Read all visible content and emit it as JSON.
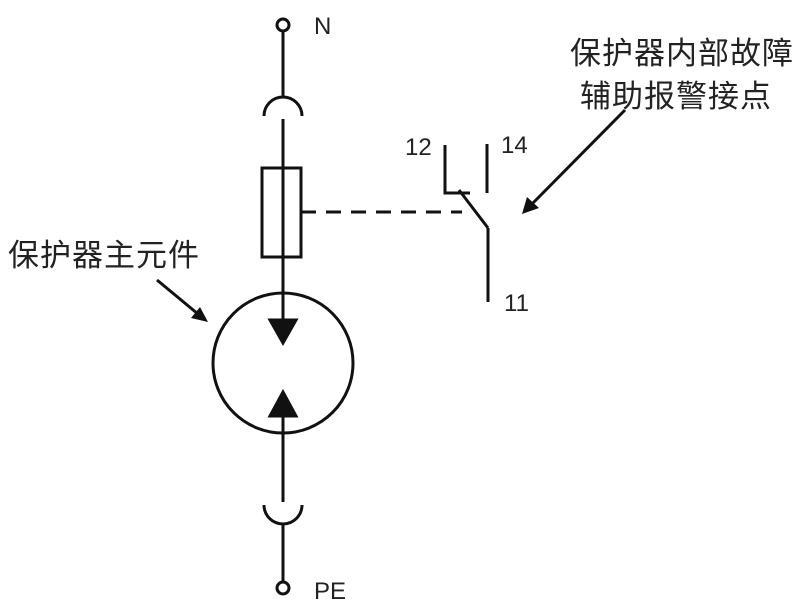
{
  "terminals": {
    "top": "N",
    "bottom": "PE"
  },
  "contacts": {
    "nc": "12",
    "no": "14",
    "common": "11"
  },
  "annotations": {
    "main_element": "保护器主元件",
    "aux_contact_line1": "保护器内部故障",
    "aux_contact_line2": "辅助报警接点"
  },
  "colors": {
    "stroke": "#111111",
    "text": "#222222"
  }
}
